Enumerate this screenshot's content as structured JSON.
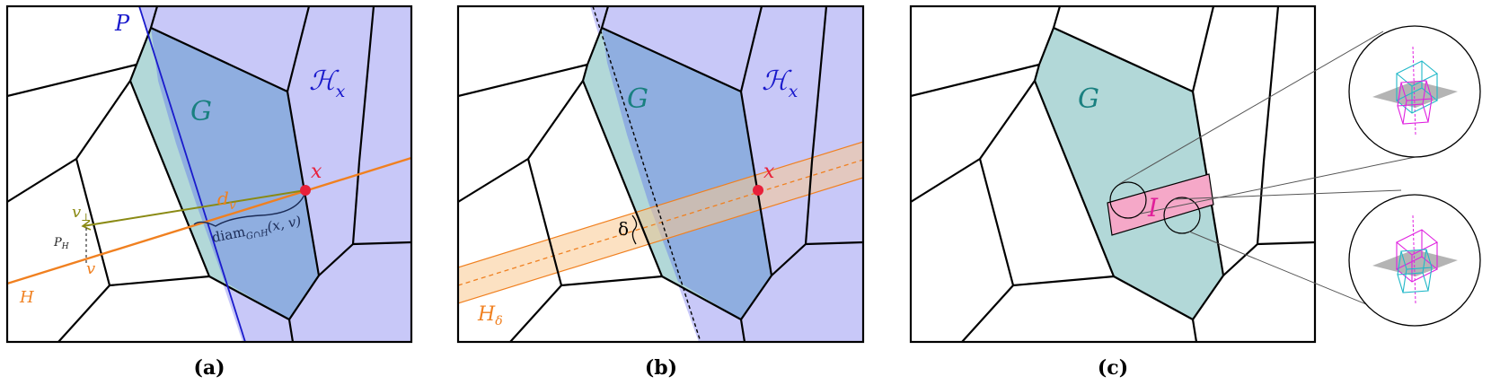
{
  "figure": {
    "panels": [
      {
        "caption": "(a)",
        "labels": {
          "plane": "P",
          "region": "G",
          "halfspace": "ℋ",
          "halfspace_sub": "x",
          "point": "x",
          "dist": "d",
          "dist_sub": "v",
          "vperp": "v",
          "vperp_sub": "⊥",
          "proj": "P",
          "proj_sub": "H",
          "v": "v",
          "line": "H",
          "diam": "diam",
          "diam_sub": "G∩H",
          "diam_args": "(x, v)"
        }
      },
      {
        "caption": "(b)",
        "labels": {
          "region": "G",
          "halfspace": "ℋ",
          "halfspace_sub": "x",
          "point": "x",
          "delta": "δ",
          "slab": "H",
          "slab_sub": "δ"
        }
      },
      {
        "caption": "(c)",
        "labels": {
          "region": "G",
          "interval": "I"
        }
      }
    ],
    "colors": {
      "halfspace_fill": "#c8c8f8",
      "region_fill": "#b2d8d8",
      "overlap_fill": "#8faee0",
      "plane": "#1a1acc",
      "line": "#f08020",
      "point": "#e8203a",
      "vector": "#8a8a14",
      "region_label": "#1a8080",
      "interval_fill": "#f5a8c8",
      "interval_label": "#e0209a",
      "cube_a": "#20b8c8",
      "cube_b": "#e020e0"
    }
  }
}
